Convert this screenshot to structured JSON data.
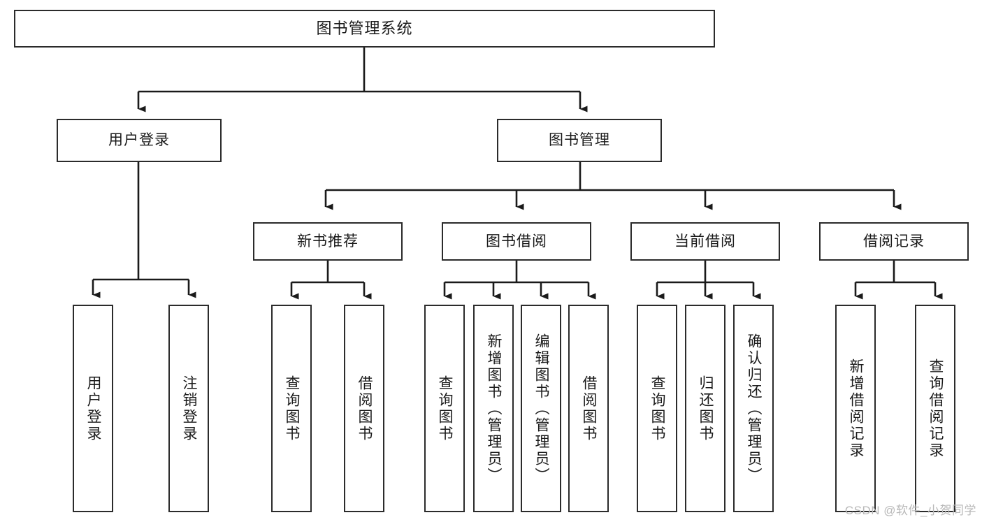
{
  "diagram": {
    "type": "tree-hierarchy-chart",
    "title": "图书管理系统",
    "colors": {
      "box_border": "#2b2b2b",
      "box_fill": "#ffffff",
      "connector": "#1a1a1a",
      "text": "#1a1a1a",
      "watermark": "#b9b9b9",
      "background": "#ffffff"
    },
    "levels": [
      {
        "level": 1,
        "orientation": "horizontal",
        "nodes": [
          {
            "id": "root",
            "label": "图书管理系统"
          }
        ]
      },
      {
        "level": 2,
        "orientation": "horizontal",
        "nodes": [
          {
            "id": "user-login",
            "label": "用户登录",
            "parent": "root"
          },
          {
            "id": "book-manage",
            "label": "图书管理",
            "parent": "root"
          }
        ]
      },
      {
        "level": 3,
        "orientation": "horizontal",
        "nodes": [
          {
            "id": "new-book-rec",
            "label": "新书推荐",
            "parent": "book-manage"
          },
          {
            "id": "book-borrow",
            "label": "图书借阅",
            "parent": "book-manage"
          },
          {
            "id": "current-borrow",
            "label": "当前借阅",
            "parent": "book-manage"
          },
          {
            "id": "borrow-record",
            "label": "借阅记录",
            "parent": "book-manage"
          }
        ]
      },
      {
        "level": 4,
        "orientation": "vertical",
        "nodes": [
          {
            "id": "leaf-user-login",
            "label": "用户登录",
            "parent": "user-login"
          },
          {
            "id": "leaf-user-logout",
            "label": "注销登录",
            "parent": "user-login"
          },
          {
            "id": "leaf-query-book-1",
            "label": "查询图书",
            "parent": "new-book-rec"
          },
          {
            "id": "leaf-borrow-book-1",
            "label": "借阅图书",
            "parent": "new-book-rec"
          },
          {
            "id": "leaf-query-book-2",
            "label": "查询图书",
            "parent": "book-borrow"
          },
          {
            "id": "leaf-add-book",
            "label": "新增图书（管理员）",
            "parent": "book-borrow"
          },
          {
            "id": "leaf-edit-book",
            "label": "编辑图书（管理员）",
            "parent": "book-borrow"
          },
          {
            "id": "leaf-borrow-book-2",
            "label": "借阅图书",
            "parent": "book-borrow"
          },
          {
            "id": "leaf-query-book-3",
            "label": "查询图书",
            "parent": "current-borrow"
          },
          {
            "id": "leaf-return-book",
            "label": "归还图书",
            "parent": "current-borrow"
          },
          {
            "id": "leaf-confirm-return",
            "label": "确认归还（管理员）",
            "parent": "current-borrow"
          },
          {
            "id": "leaf-add-record",
            "label": "新增借阅记录",
            "parent": "borrow-record"
          },
          {
            "id": "leaf-query-record",
            "label": "查询借阅记录",
            "parent": "borrow-record"
          }
        ]
      }
    ]
  },
  "watermark": {
    "text": "CSDN @软件_小贺同学"
  }
}
